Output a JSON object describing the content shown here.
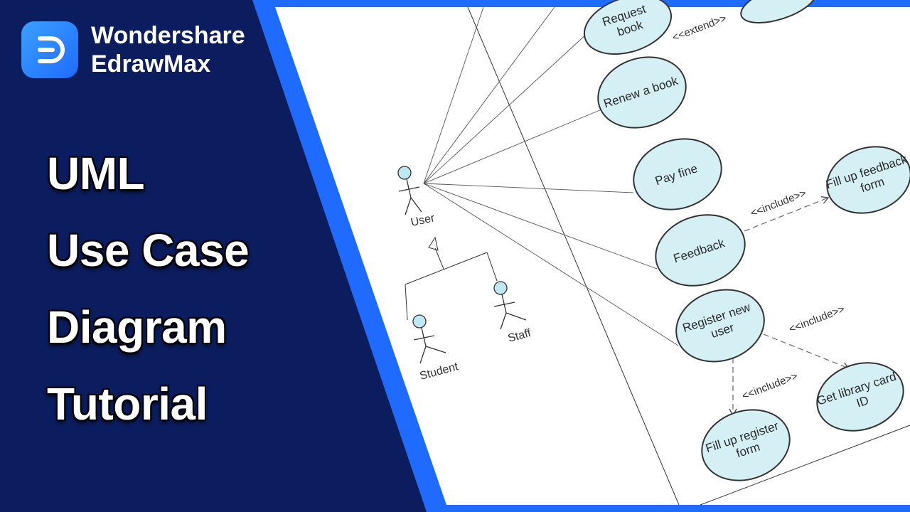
{
  "brand": {
    "line1": "Wondershare",
    "line2": "EdrawMax",
    "logo_icon": "edrawmax-logo-icon"
  },
  "headline": {
    "line1": "UML",
    "line2": "Use Case",
    "line3": "Diagram",
    "line4": "Tutorial"
  },
  "colors": {
    "background": "#0b1d5e",
    "accent_stripe": "#1f6bff",
    "canvas": "#ffffff",
    "use_case_fill": "#d4f0f5",
    "use_case_stroke": "#333333"
  },
  "diagram": {
    "actors": [
      {
        "id": "user",
        "label": "User"
      },
      {
        "id": "student",
        "label": "Student"
      },
      {
        "id": "staff",
        "label": "Staff"
      }
    ],
    "use_cases": [
      {
        "id": "request",
        "lines": [
          "Request",
          "book"
        ]
      },
      {
        "id": "renew",
        "lines": [
          "Renew a book"
        ]
      },
      {
        "id": "payfine",
        "lines": [
          "Pay fine"
        ]
      },
      {
        "id": "feedback",
        "lines": [
          "Feedback"
        ]
      },
      {
        "id": "fillfeedback",
        "lines": [
          "Fill up feedback",
          "form"
        ]
      },
      {
        "id": "register",
        "lines": [
          "Register new",
          "user"
        ]
      },
      {
        "id": "fillregister",
        "lines": [
          "Fill up register",
          "form"
        ]
      },
      {
        "id": "librarycard",
        "lines": [
          "Get library card",
          "ID"
        ]
      }
    ],
    "relations": {
      "extend": "<<extend>>",
      "include": "<<include>>"
    }
  }
}
